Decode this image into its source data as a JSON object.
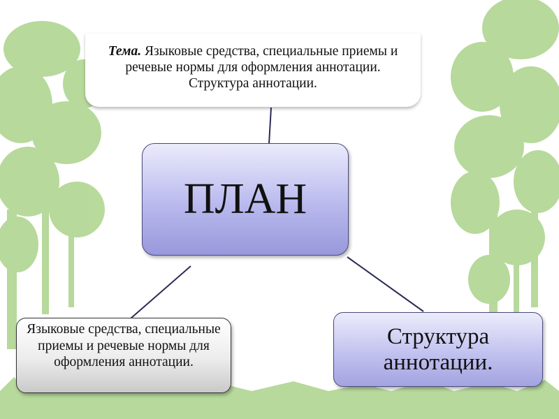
{
  "colors": {
    "foliage": "#a8d088",
    "trunk": "#9ec87e",
    "connector": "#2b2b55",
    "plan_fill": "#b9b9ee",
    "structure_fill": "#c2c2f0",
    "language_fill": "#ececec"
  },
  "topic": {
    "label": "Тема.",
    "text": " Языковые средства, специальные приемы и речевые нормы для оформления аннотации. Структура аннотации."
  },
  "center": {
    "text": "ПЛАН"
  },
  "branches": {
    "language_means": "Языковые средства, специальные приемы и речевые нормы для оформления аннотации.",
    "structure": "Структура аннотации."
  }
}
